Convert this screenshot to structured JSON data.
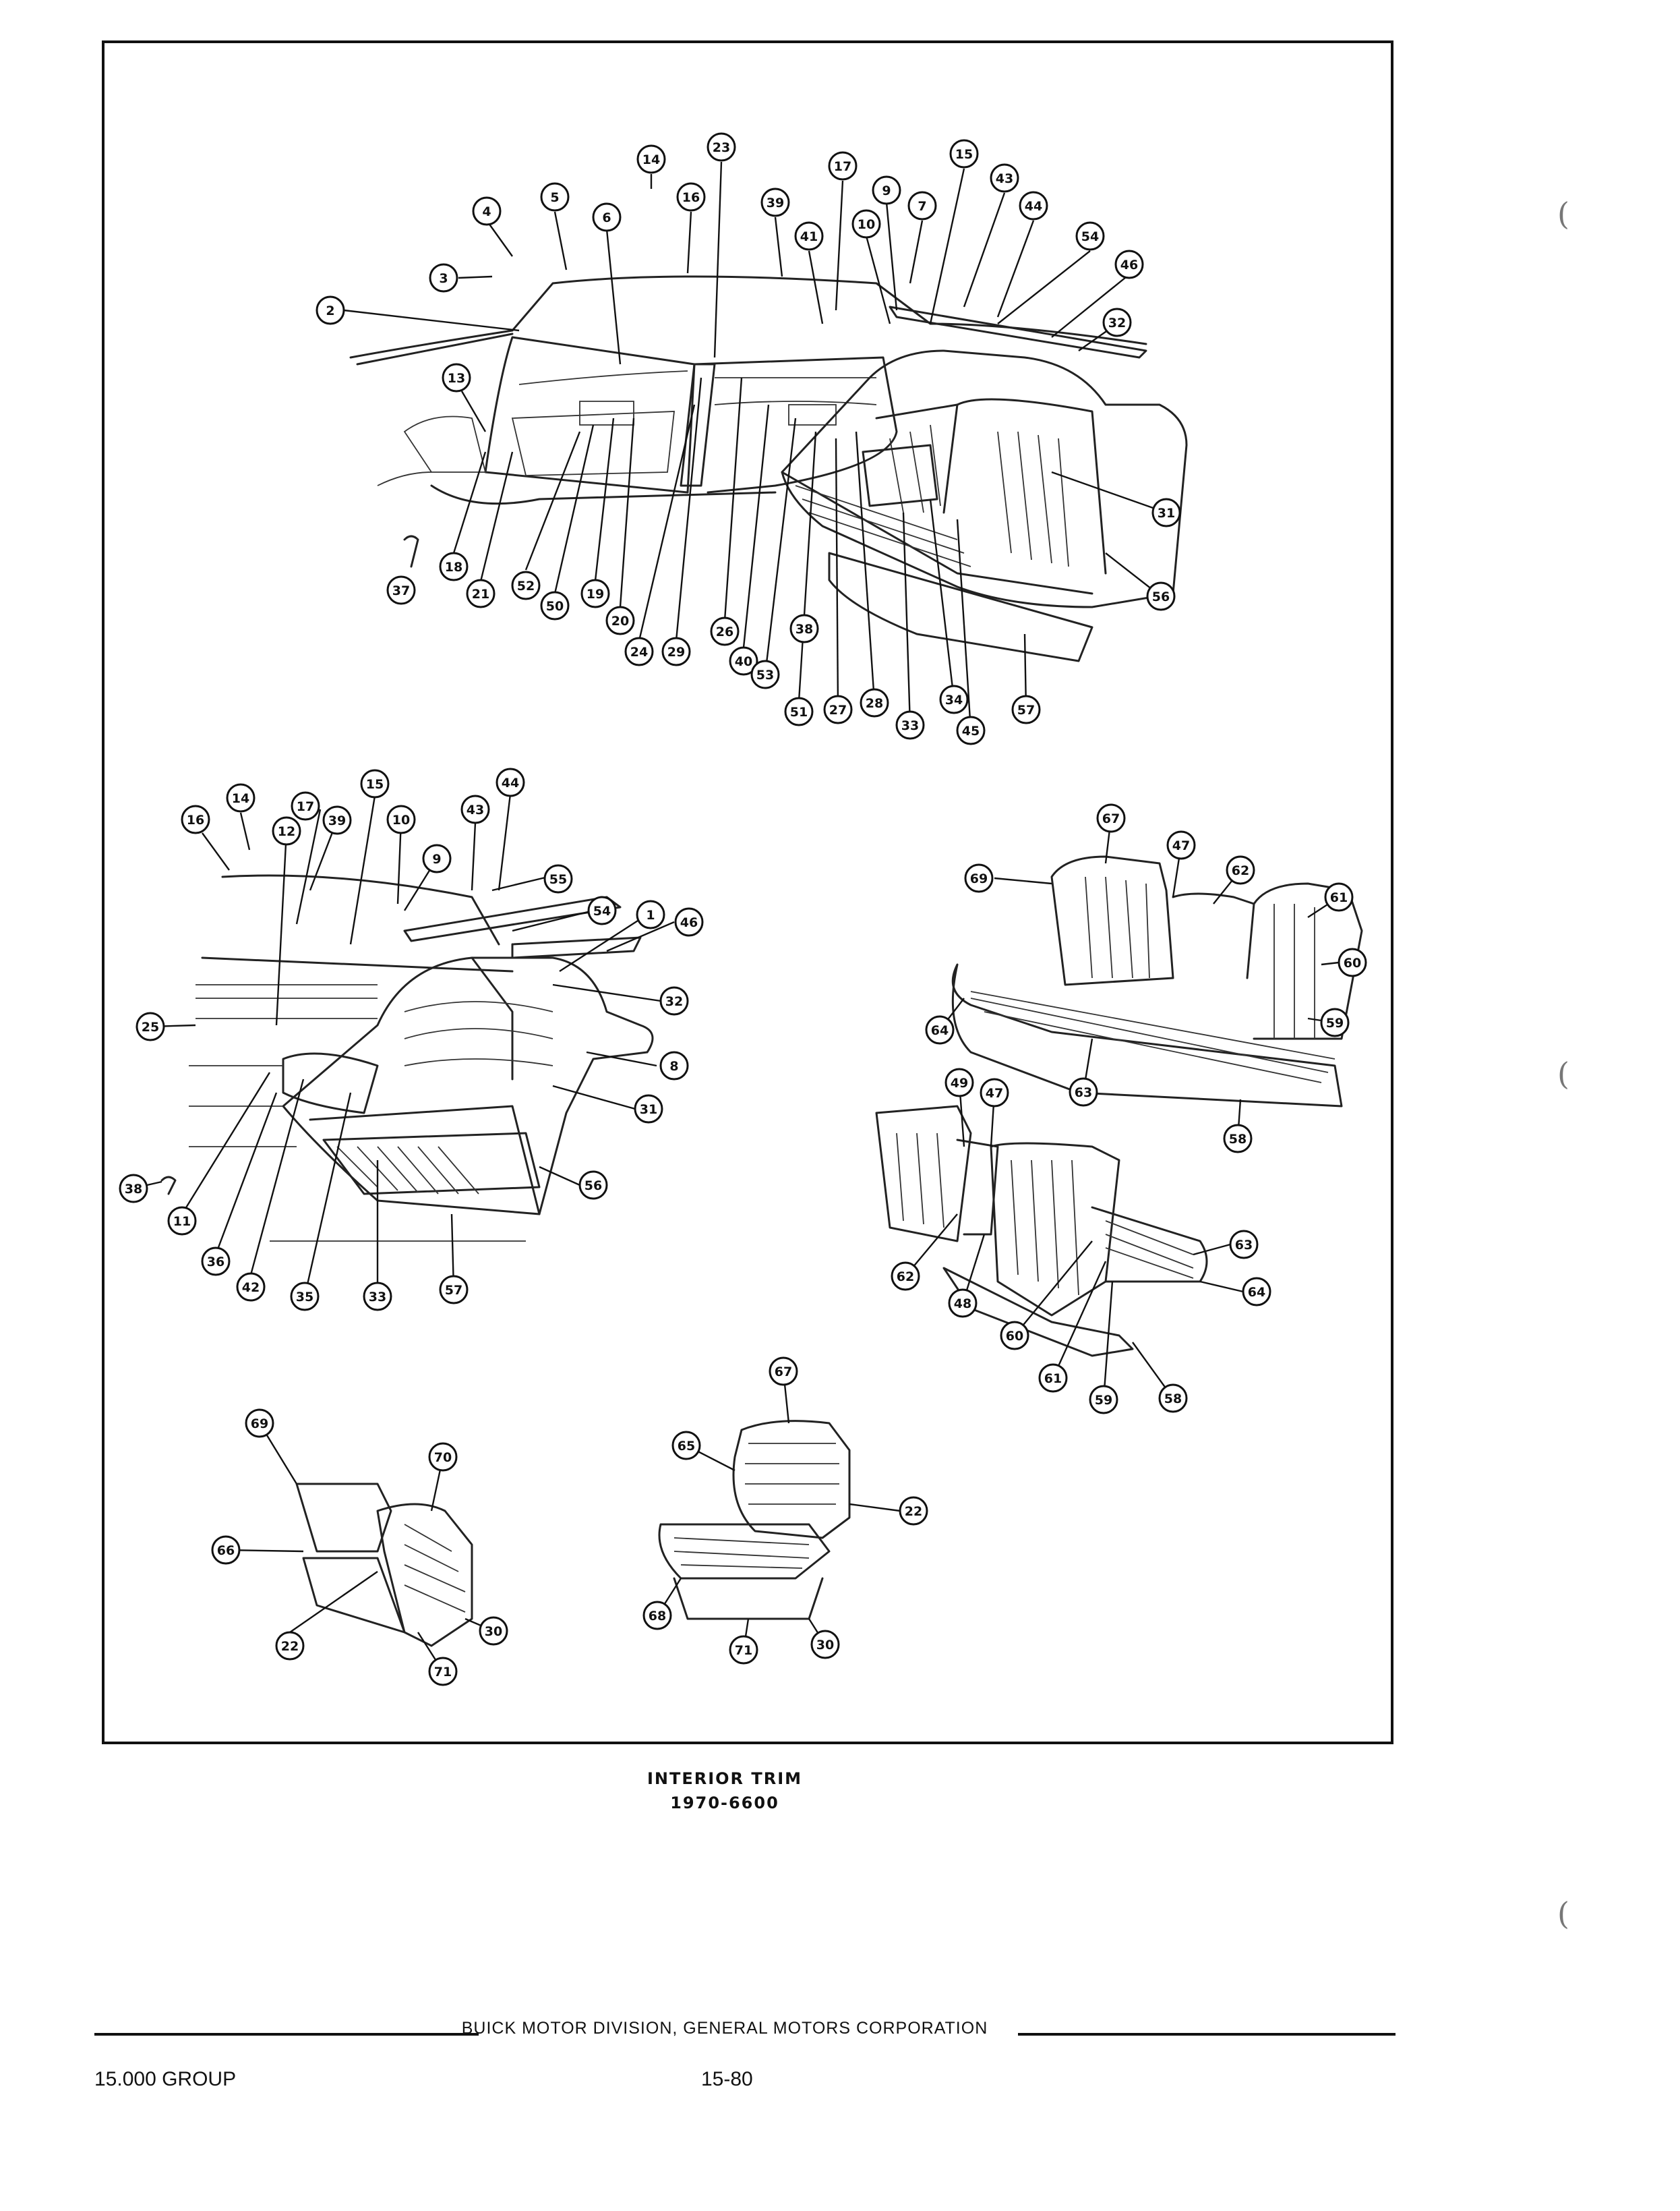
{
  "figure": {
    "caption_title": "INTERIOR TRIM",
    "caption_model": "1970-6600",
    "callouts": [
      {
        "n": "14"
      },
      {
        "n": "23"
      },
      {
        "n": "15"
      },
      {
        "n": "5"
      },
      {
        "n": "16"
      },
      {
        "n": "39"
      },
      {
        "n": "17"
      },
      {
        "n": "43"
      },
      {
        "n": "4"
      },
      {
        "n": "6"
      },
      {
        "n": "9"
      },
      {
        "n": "7"
      },
      {
        "n": "44"
      },
      {
        "n": "10"
      },
      {
        "n": "41"
      },
      {
        "n": "54"
      },
      {
        "n": "46"
      },
      {
        "n": "3"
      },
      {
        "n": "2"
      },
      {
        "n": "32"
      },
      {
        "n": "13"
      },
      {
        "n": "31"
      },
      {
        "n": "18"
      },
      {
        "n": "37"
      },
      {
        "n": "56"
      },
      {
        "n": "21"
      },
      {
        "n": "52"
      },
      {
        "n": "50"
      },
      {
        "n": "19"
      },
      {
        "n": "20"
      },
      {
        "n": "24"
      },
      {
        "n": "29"
      },
      {
        "n": "26"
      },
      {
        "n": "40"
      },
      {
        "n": "53"
      },
      {
        "n": "38"
      },
      {
        "n": "51"
      },
      {
        "n": "27"
      },
      {
        "n": "28"
      },
      {
        "n": "33"
      },
      {
        "n": "34"
      },
      {
        "n": "45"
      },
      {
        "n": "57"
      },
      {
        "n": "14"
      },
      {
        "n": "17"
      },
      {
        "n": "15"
      },
      {
        "n": "44"
      },
      {
        "n": "16"
      },
      {
        "n": "12"
      },
      {
        "n": "39"
      },
      {
        "n": "10"
      },
      {
        "n": "43"
      },
      {
        "n": "9"
      },
      {
        "n": "55"
      },
      {
        "n": "54"
      },
      {
        "n": "1"
      },
      {
        "n": "46"
      },
      {
        "n": "32"
      },
      {
        "n": "25"
      },
      {
        "n": "8"
      },
      {
        "n": "31"
      },
      {
        "n": "38"
      },
      {
        "n": "56"
      },
      {
        "n": "11"
      },
      {
        "n": "36"
      },
      {
        "n": "42"
      },
      {
        "n": "35"
      },
      {
        "n": "33"
      },
      {
        "n": "57"
      },
      {
        "n": "67"
      },
      {
        "n": "47"
      },
      {
        "n": "69"
      },
      {
        "n": "62"
      },
      {
        "n": "61"
      },
      {
        "n": "60"
      },
      {
        "n": "59"
      },
      {
        "n": "64"
      },
      {
        "n": "63"
      },
      {
        "n": "58"
      },
      {
        "n": "49"
      },
      {
        "n": "47"
      },
      {
        "n": "63"
      },
      {
        "n": "64"
      },
      {
        "n": "62"
      },
      {
        "n": "48"
      },
      {
        "n": "60"
      },
      {
        "n": "61"
      },
      {
        "n": "59"
      },
      {
        "n": "58"
      },
      {
        "n": "69"
      },
      {
        "n": "70"
      },
      {
        "n": "66"
      },
      {
        "n": "22"
      },
      {
        "n": "71"
      },
      {
        "n": "30"
      },
      {
        "n": "67"
      },
      {
        "n": "65"
      },
      {
        "n": "22"
      },
      {
        "n": "68"
      },
      {
        "n": "71"
      },
      {
        "n": "30"
      }
    ]
  },
  "footer": {
    "publisher": "BUICK MOTOR DIVISION, GENERAL MOTORS CORPORATION",
    "group": "15.000 GROUP",
    "page": "15-80"
  }
}
